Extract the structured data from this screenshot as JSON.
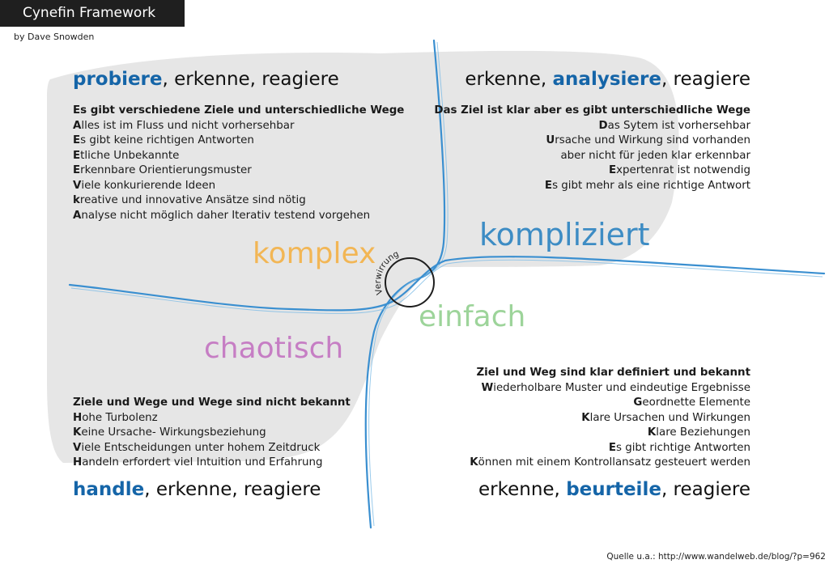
{
  "header": {
    "title": "Cynefin Framework",
    "byline": "by Dave Snowden"
  },
  "colors": {
    "title_bg": "#1f1f1f",
    "keyword": "#1565a8",
    "komplex": "#f2b655",
    "kompliziert": "#3d8cc4",
    "einfach": "#9dd49a",
    "chaotisch": "#c67ec4",
    "lines": "#3a8fd0",
    "background_shape": "#e6e6e6"
  },
  "center_label": "Verwirrung",
  "quadrants": {
    "komplex": {
      "label": "komplex",
      "action_keyword": "probiere",
      "action_rest": ", erkenne, reagiere",
      "heading": "Es gibt verschiedene Ziele und unterschiedliche Wege",
      "lines": [
        {
          "first": "A",
          "rest": "lles ist im Fluss und nicht vorhersehbar"
        },
        {
          "first": "E",
          "rest": "s gibt keine richtigen Antworten"
        },
        {
          "first": "E",
          "rest": "tliche Unbekannte"
        },
        {
          "first": "E",
          "rest": "rkennbare Orientierungsmuster"
        },
        {
          "first": "V",
          "rest": "iele konkurierende Ideen"
        },
        {
          "first": "k",
          "rest": "reative und innovative Ansätze sind nötig"
        },
        {
          "first": "A",
          "rest": "nalyse nicht möglich daher Iterativ testend vorgehen"
        }
      ]
    },
    "kompliziert": {
      "label": "kompliziert",
      "action_prefix": "erkenne, ",
      "action_keyword": "analysiere",
      "action_rest": ", reagiere",
      "heading": "Das Ziel ist klar aber es gibt unterschiedliche Wege",
      "lines": [
        {
          "first": "D",
          "rest": "as Sytem ist vorhersehbar"
        },
        {
          "first": "U",
          "rest": "rsache und Wirkung sind vorhanden"
        },
        {
          "first": "",
          "rest": "aber nicht für jeden klar erkennbar"
        },
        {
          "first": "E",
          "rest": "xpertenrat ist notwendig"
        },
        {
          "first": "E",
          "rest": "s gibt mehr als eine richtige Antwort"
        }
      ]
    },
    "chaotisch": {
      "label": "chaotisch",
      "action_keyword": "handle",
      "action_rest": ", erkenne, reagiere",
      "heading": "Ziele und Wege und Wege sind nicht bekannt",
      "lines": [
        {
          "first": "H",
          "rest": "ohe Turbolenz"
        },
        {
          "first": "K",
          "rest": "eine Ursache- Wirkungsbeziehung"
        },
        {
          "first": "V",
          "rest": "iele Entscheidungen unter hohem Zeitdruck"
        },
        {
          "first": "H",
          "rest": "andeln erfordert viel Intuition und Erfahrung"
        }
      ]
    },
    "einfach": {
      "label": "einfach",
      "action_prefix": "erkenne, ",
      "action_keyword": "beurteile",
      "action_rest": ", reagiere",
      "heading": "Ziel und Weg sind klar definiert und bekannt",
      "lines": [
        {
          "first": "W",
          "rest": "iederholbare Muster und eindeutige Ergebnisse"
        },
        {
          "first": "G",
          "rest": "eordnette Elemente"
        },
        {
          "first": "K",
          "rest": "lare Ursachen und Wirkungen"
        },
        {
          "first": "K",
          "rest": "lare Beziehungen"
        },
        {
          "first": "E",
          "rest": "s gibt richtige Antworten"
        },
        {
          "first": "K",
          "rest": "önnen mit einem Kontrollansatz gesteuert werden"
        }
      ]
    }
  },
  "source": "Quelle u.a.: http://www.wandelweb.de/blog/?p=962"
}
